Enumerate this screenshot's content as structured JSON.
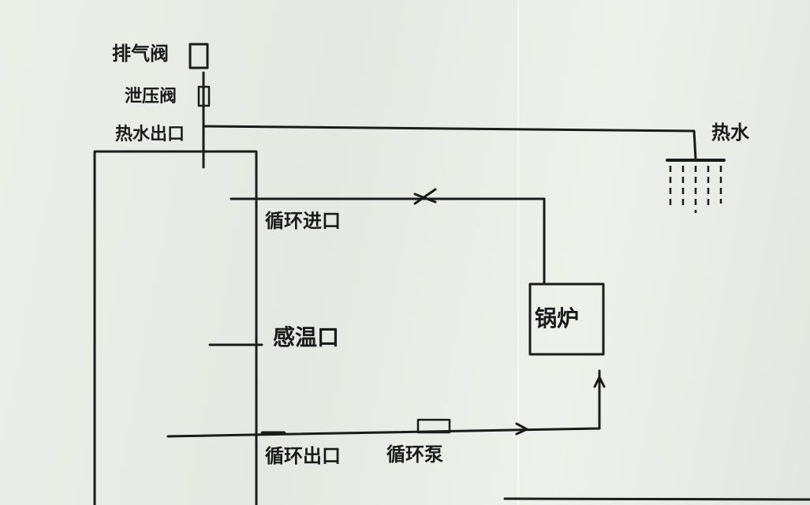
{
  "labels": {
    "exhaust_valve": "排气阀",
    "relief_valve": "泄压阀",
    "hot_water_outlet": "热水出口",
    "hot_water": "热水",
    "circulation_inlet": "循环进口",
    "temperature_port": "感温口",
    "boiler": "锅炉",
    "circulation_outlet": "循环出口",
    "circulation_pump": "循环泵"
  },
  "colors": {
    "ink": "#1b1b1b",
    "paper": "#e9ebe6"
  }
}
